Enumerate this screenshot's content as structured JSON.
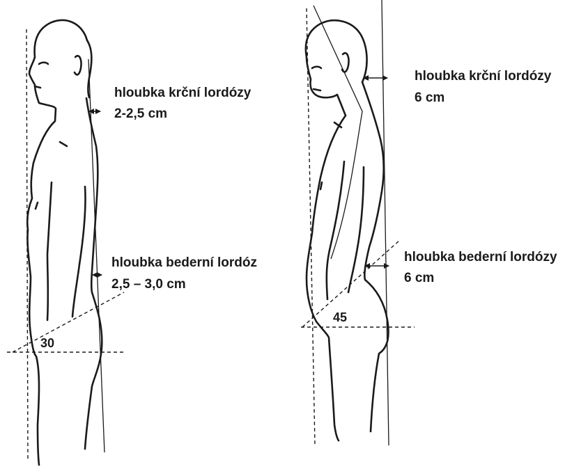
{
  "left_figure": {
    "cervical_label": "hloubka krční lordózy",
    "cervical_value": "2-2,5 cm",
    "lumbar_label": "hloubka bederní lordóz",
    "lumbar_value": "2,5 – 3,0 cm",
    "pelvic_angle": "30"
  },
  "right_figure": {
    "cervical_label": "hloubka krční lordózy",
    "cervical_value": "6 cm",
    "lumbar_label": "hloubka bederní lordózy",
    "lumbar_value": "6 cm",
    "pelvic_angle": "45"
  }
}
